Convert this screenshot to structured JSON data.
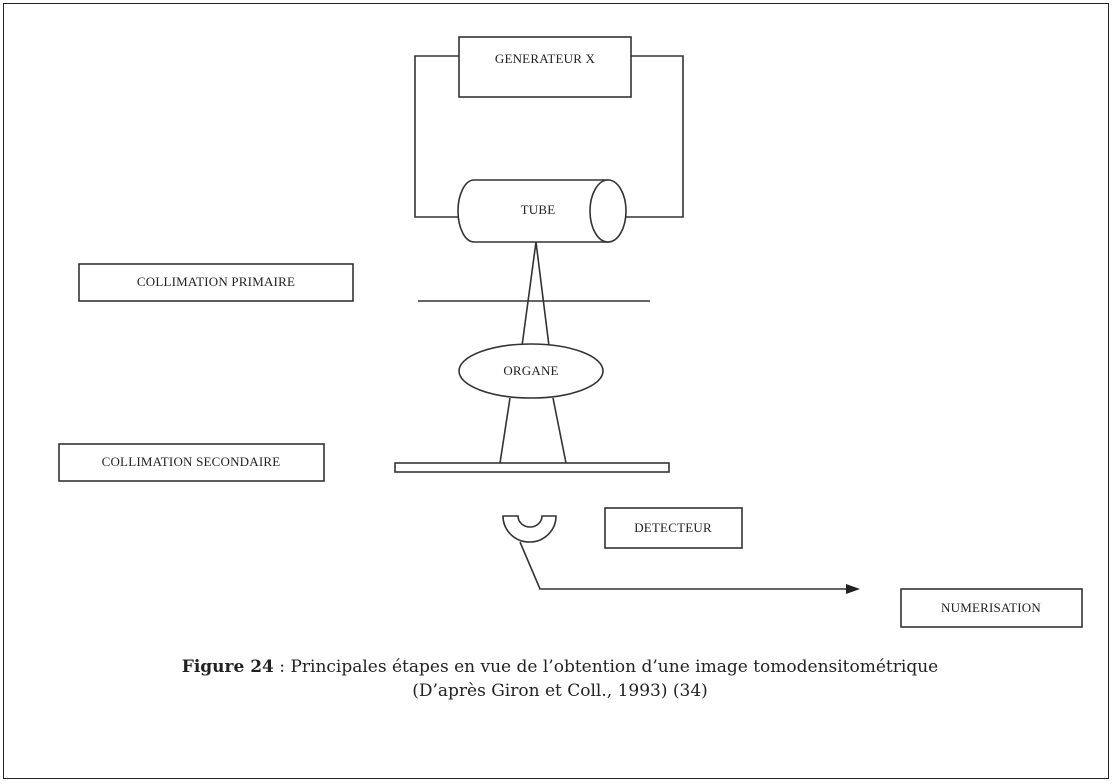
{
  "diagram": {
    "generator_label": "GENERATEUR X",
    "tube_label": "TUBE",
    "primary_collimation_label": "COLLIMATION PRIMAIRE",
    "organ_label": "ORGANE",
    "secondary_collimation_label": "COLLIMATION SECONDAIRE",
    "detector_label": "DETECTEUR",
    "digitization_label": "NUMERISATION"
  },
  "caption": {
    "figure_number": "Figure 24",
    "separator": " : ",
    "line1": "Principales étapes en vue de l’obtention d’une image tomodensitométrique",
    "line2": "(D’après Giron et Coll., 1993) (34)"
  }
}
